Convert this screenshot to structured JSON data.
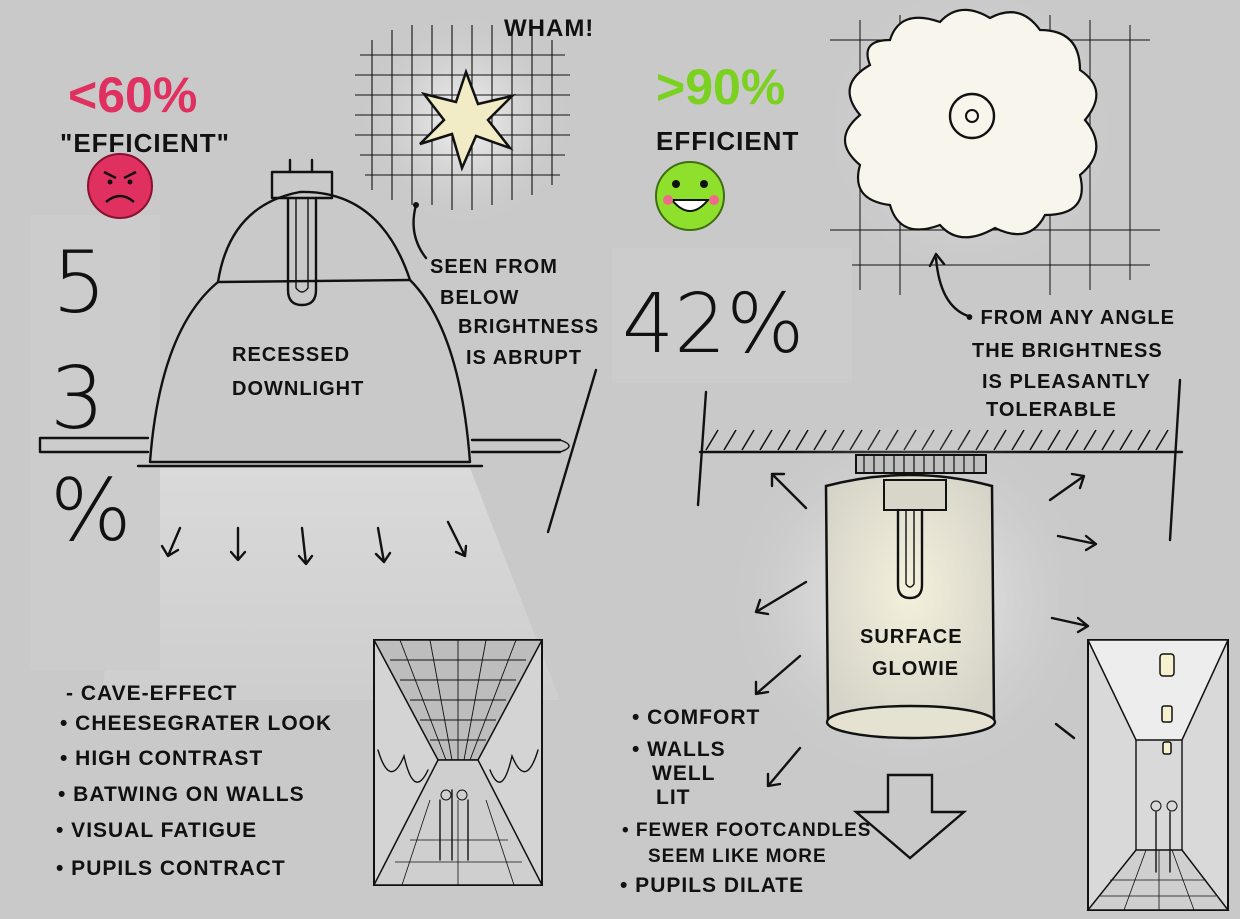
{
  "left": {
    "percent_label": "<60%",
    "efficiency_label": "\"EFFICIENT\"",
    "face": "angry-face",
    "fixture_label": [
      "RECESSED",
      "DOWNLIGHT"
    ],
    "callout": [
      "SEEN FROM",
      "BELOW",
      "BRIGHTNESS",
      "IS ABRUPT"
    ],
    "sound_effect": "WHAM!",
    "bullets": [
      "- CAVE-EFFECT",
      "• CHEESEGRATER LOOK",
      "• HIGH CONTRAST",
      "• BATWING ON WALLS",
      "• VISUAL FATIGUE",
      "• PUPILS CONTRACT"
    ]
  },
  "right": {
    "percent_label": ">90%",
    "efficiency_label": "EFFICIENT",
    "face": "happy-face",
    "fixture_label": [
      "SURFACE",
      "GLOWIE"
    ],
    "callout": [
      "• FROM ANY ANGLE",
      "THE BRIGHTNESS",
      "IS PLEASANTLY",
      "TOLERABLE"
    ],
    "bullets": [
      "• COMFORT",
      "• WALLS",
      "WELL",
      "LIT",
      "• FEWER FOOTCANDLES",
      "SEEM LIKE MORE",
      "• PUPILS DILATE"
    ]
  },
  "overlay": {
    "left_stack": [
      "5",
      "3",
      "%"
    ],
    "center_value": "42%"
  },
  "colors": {
    "background": "#c9c9c9",
    "ink": "#111111",
    "negative": "#e0305f",
    "positive": "#7ad11f",
    "glow": "#ece7cf"
  }
}
